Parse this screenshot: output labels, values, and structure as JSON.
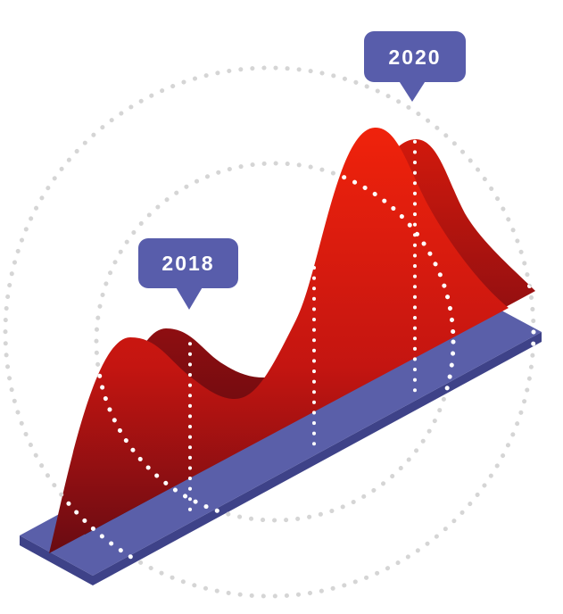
{
  "figure": {
    "name": "isometric-ridge-chart-illustration",
    "callouts": [
      {
        "label": "2018"
      },
      {
        "label": "2020"
      }
    ],
    "colors": {
      "background": "#ffffff",
      "bubble_fill": "#585dab",
      "bubble_text": "#ffffff",
      "platform_top": "#5a5fa9",
      "platform_side": "#3e4288",
      "ridge_front_top": "#f2230b",
      "ridge_front_mid": "#c41511",
      "ridge_front_bottom": "#600a12",
      "ridge_back_top": "#d61a0c",
      "ridge_back_mid": "#8c0e11",
      "ridge_back_bottom": "#45070e",
      "background_dots": "#d5d5d5",
      "grid_dots": "#ffffff"
    }
  },
  "chart_data": {
    "type": "area",
    "title": "",
    "xlabel": "",
    "ylabel": "",
    "x": [
      0,
      1,
      2,
      3,
      4,
      5,
      6,
      7,
      8,
      9,
      10
    ],
    "series": [
      {
        "name": "2018",
        "values": [
          0,
          30,
          69,
          48,
          22,
          30,
          62,
          100,
          72,
          38,
          0
        ]
      },
      {
        "name": "2020",
        "values": [
          0,
          28,
          64,
          46,
          32,
          36,
          60,
          92,
          85,
          42,
          0
        ]
      }
    ],
    "ylim": [
      0,
      100
    ],
    "grid": "dotted-vertical-guides",
    "legend_position": "callout-bubbles",
    "style": "isometric-3d-ridge-illustration with concentric dotted circles and purple base platform",
    "annotations": [
      {
        "label": "2018",
        "series": "2018",
        "position": "left-peak"
      },
      {
        "label": "2020",
        "series": "2020",
        "position": "main-peak"
      }
    ]
  }
}
